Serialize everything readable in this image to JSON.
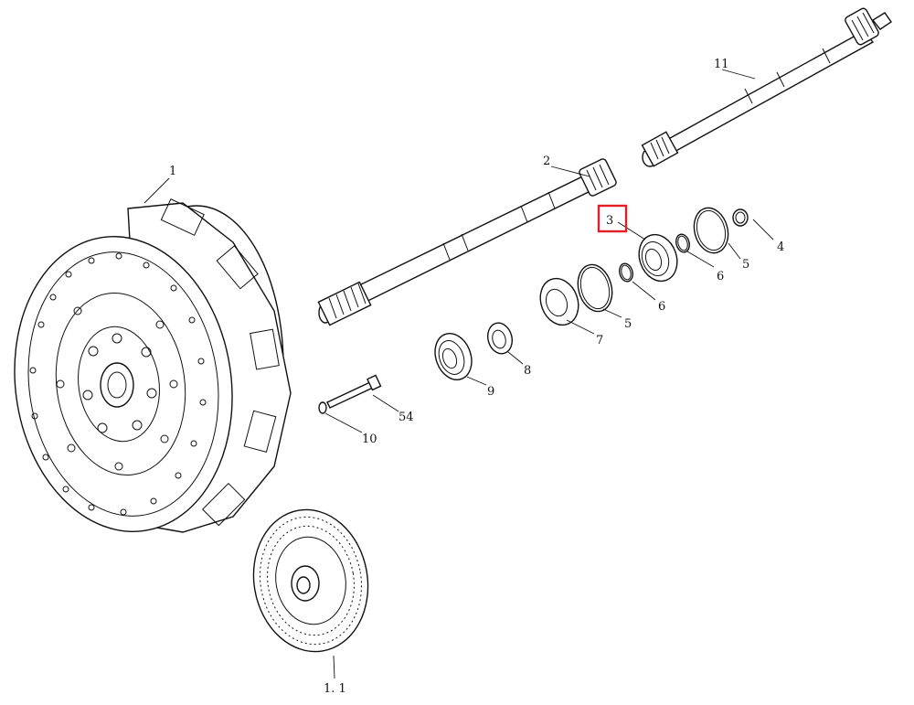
{
  "highlight_color": "#e31e24",
  "highlighted_callout": "3",
  "callouts": {
    "c1": "1",
    "c1_1": "1. 1",
    "c2": "2",
    "c3": "3",
    "c4": "4",
    "c5a": "5",
    "c5b": "5",
    "c6a": "6",
    "c6b": "6",
    "c7": "7",
    "c8": "8",
    "c9": "9",
    "c10": "10",
    "c11": "11",
    "c54": "54"
  }
}
